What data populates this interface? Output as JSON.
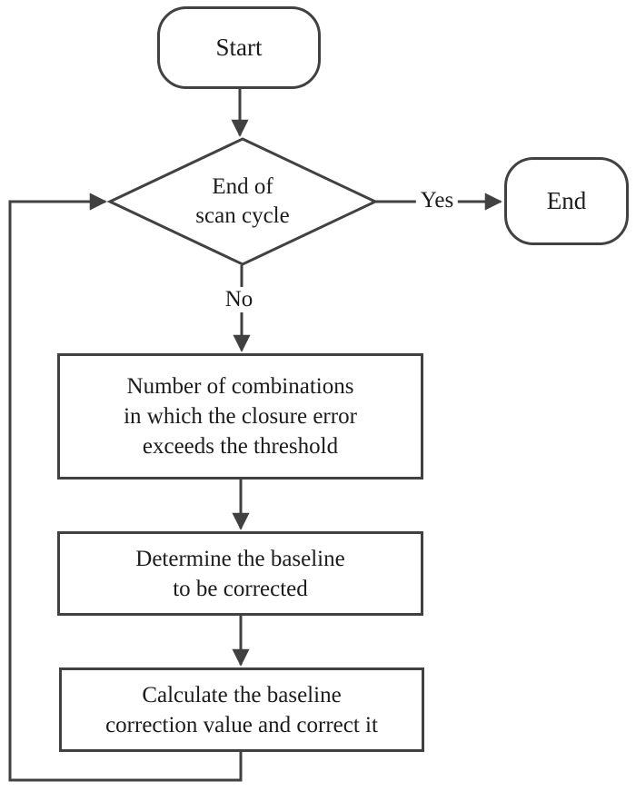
{
  "nodes": {
    "start": {
      "label": "Start"
    },
    "decision": {
      "line1": "End of",
      "line2": "scan cycle"
    },
    "end": {
      "label": "End"
    },
    "process1": {
      "line1": "Number of combinations",
      "line2": "in which the closure error",
      "line3": "exceeds the threshold"
    },
    "process2": {
      "line1": "Determine the baseline",
      "line2": "to be corrected"
    },
    "process3": {
      "line1": "Calculate the baseline",
      "line2": "correction value and correct it"
    }
  },
  "edge_labels": {
    "yes": "Yes",
    "no": "No"
  },
  "colors": {
    "stroke": "#414141",
    "text": "#1c1c1c",
    "background": "#ffffff"
  }
}
